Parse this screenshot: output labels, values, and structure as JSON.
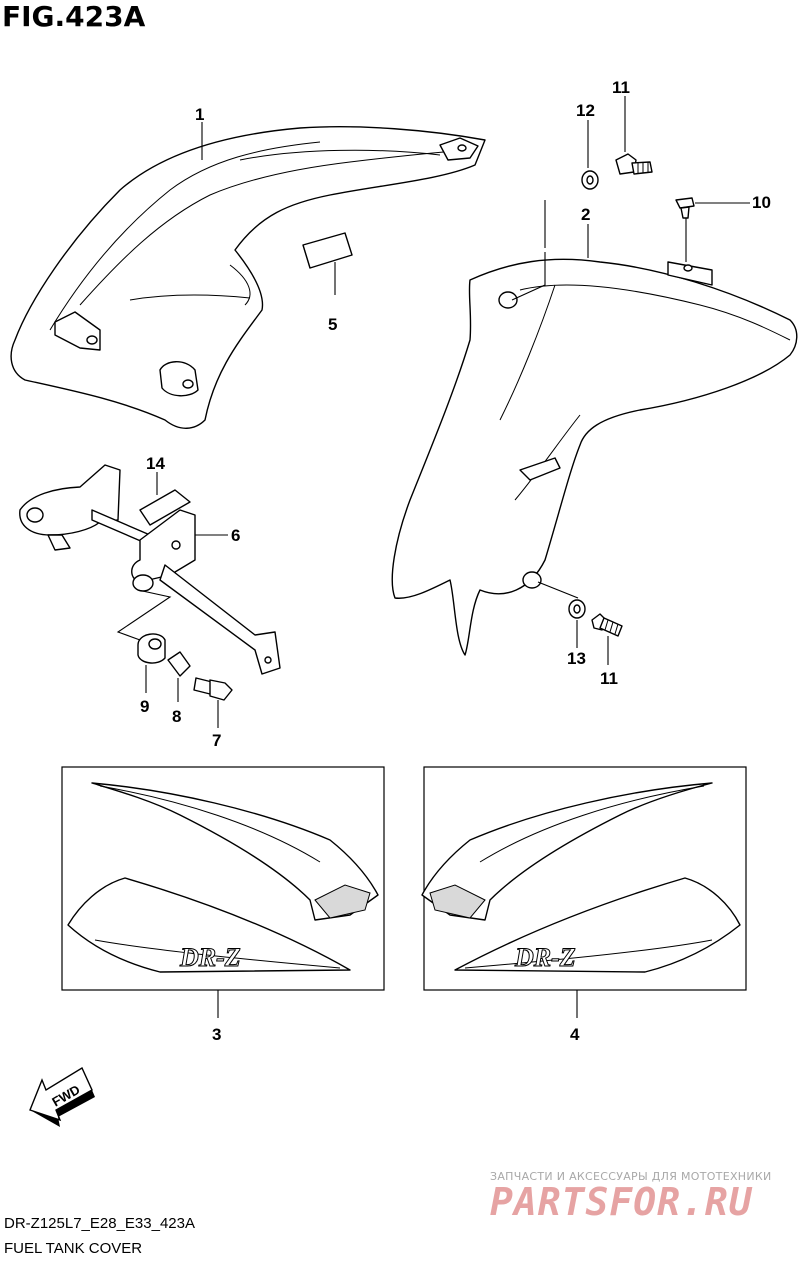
{
  "figure": {
    "title": "FIG.423A"
  },
  "callouts": {
    "c1": "1",
    "c2": "2",
    "c3": "3",
    "c4": "4",
    "c5": "5",
    "c6": "6",
    "c7": "7",
    "c8": "8",
    "c9": "9",
    "c10": "10",
    "c11a": "11",
    "c11b": "11",
    "c12": "12",
    "c13": "13",
    "c14": "14"
  },
  "emblems": {
    "left_model": "DR-Z",
    "right_model": "DR-Z"
  },
  "fwd_label": "FWD",
  "watermark": {
    "subtitle": "ЗАПЧАСТИ И АКСЕССУАРЫ ДЛЯ МОТОТЕХНИКИ",
    "logo": "PARTSFOR.RU"
  },
  "footer": {
    "model_code": "DR-Z125L7_E28_E33_423A",
    "caption": "FUEL TANK COVER"
  }
}
